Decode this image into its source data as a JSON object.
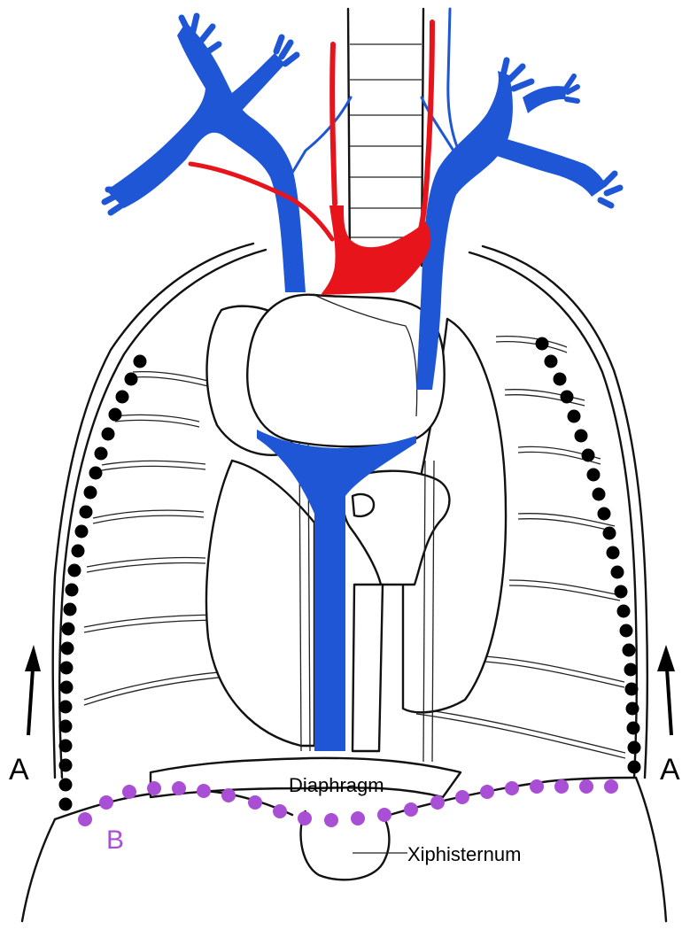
{
  "labels": {
    "arrow_left": "A",
    "arrow_right": "A",
    "line_b": "B",
    "diaphragm": "Diaphragm",
    "xiphisternum": "Xiphisternum"
  },
  "colors": {
    "vein": "#1f56d6",
    "artery": "#e8141c",
    "dots_a": "#000000",
    "dots_b": "#a94fd6",
    "outline": "#111111"
  },
  "markers": {
    "line_a": "black-dotted-line",
    "line_b": "purple-dotted-line"
  }
}
